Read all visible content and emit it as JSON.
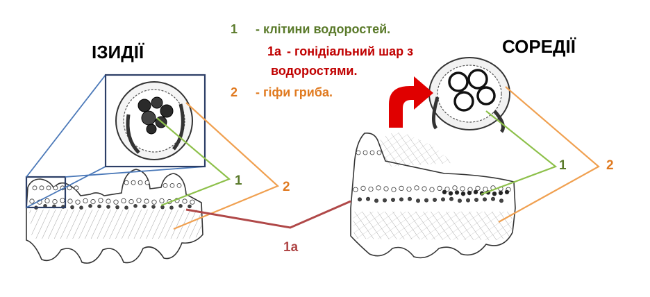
{
  "titles": {
    "left": "ІЗИДІЇ",
    "right": "СОРЕДІЇ"
  },
  "legend": [
    {
      "key": "1",
      "text": "- клітини водоростей.",
      "color": "#5a7a2a"
    },
    {
      "key": "1а",
      "text": "- гонідіальний шар з",
      "text2": "водоростями.",
      "color": "#c00000"
    },
    {
      "key": "2",
      "text": "- гіфи гриба.",
      "color": "#e07a20"
    }
  ],
  "labels": {
    "left_1": "1",
    "left_2": "2",
    "right_1": "1",
    "right_2": "2",
    "center_1a": "1а"
  },
  "colors": {
    "algae_line": "#8dc04a",
    "hyphae_line": "#f0a050",
    "gonidial_line": "#b04848",
    "zoom_box": "#2c3e66",
    "zoom_connector": "#4a78b8",
    "arrow": "#e00000"
  }
}
